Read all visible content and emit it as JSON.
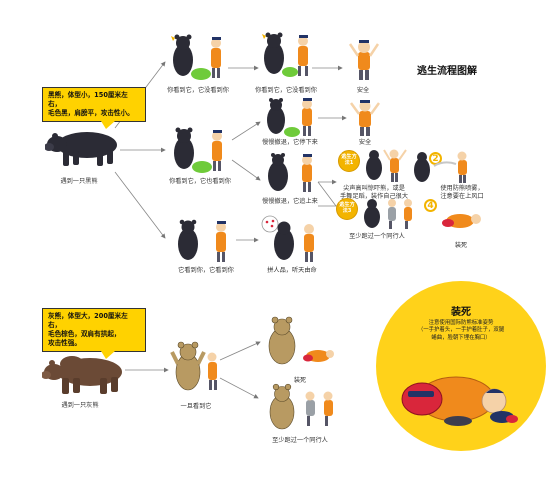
{
  "title": "逃生流程图解",
  "black_bear": {
    "callout_lines": [
      "黑熊，体型小，150厘米左右，",
      "毛色黑，肩膀平，攻击性小。"
    ],
    "label": "遇到一只黑熊",
    "branches": {
      "top": {
        "label": "你看到它，它没看到你",
        "result": "安全"
      },
      "middle": {
        "label": "你看到它，它也看到你",
        "step_label": "慢慢撤退，它停下来",
        "result": "安全",
        "step2_label": "慢慢撤退，它追上来",
        "method1_badge": "逃生方法1",
        "method1_lines": [
          "尖声高叫惊吓熊，或是",
          "手舞足蹈，装作自己很大"
        ],
        "method2_num": "2",
        "method2_lines": [
          "使用防熊喷雾，",
          "注意要在上风口"
        ],
        "method3_badge": "逃生方法3",
        "method3_label": "至少跑过一个同行人",
        "method4_num": "4",
        "method4_label": "装死"
      },
      "bottom": {
        "label": "它看到你，它看到你",
        "step_label": "拼人品，听天由命"
      }
    }
  },
  "brown_bear": {
    "callout_lines": [
      "灰熊，体型大，200厘米左右，",
      "毛色棕色，双肩有拱起，",
      "攻击性强。"
    ],
    "label": "遇到一只灰熊",
    "step_label": "一旦看到它",
    "upper_result": "装死",
    "lower_result": "至少跑过一个同行人"
  },
  "play_dead": {
    "title": "装死",
    "lines": [
      "注意使用国际防熊标准姿势",
      "（一手护着头，一手护着肚子，双腿",
      "蜷曲，脸朝下埋在胸口）"
    ]
  },
  "colors": {
    "accent": "#ffd200",
    "bear_black": "#2b2b35",
    "bear_brown": "#6b4a36",
    "grizzly_fig": "#b89a62",
    "hiker_orange": "#f08a1c",
    "bush": "#6fcb3a"
  }
}
